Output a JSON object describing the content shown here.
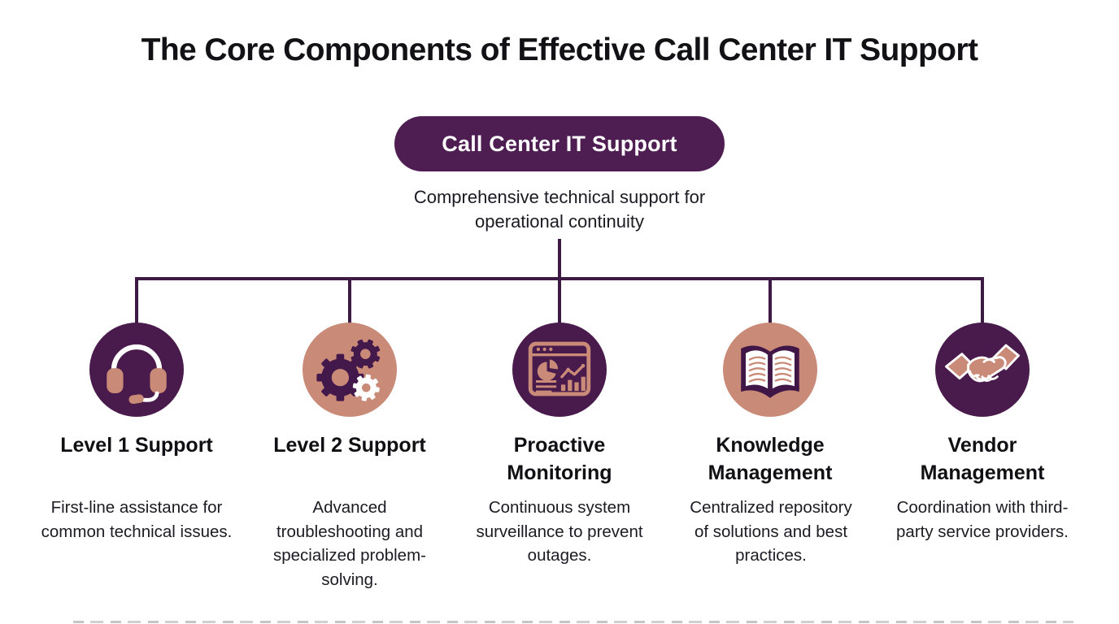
{
  "title": "The Core Components of Effective Call Center IT Support",
  "root": {
    "label": "Call Center IT Support",
    "description": "Comprehensive technical support for operational continuity"
  },
  "colors": {
    "purple_dark": "#49184C",
    "pill_purple": "#4E1E52",
    "salmon": "#C98A78",
    "connector_line": "#3D1A44",
    "title_text": "#121216",
    "body_text": "#1B1B23",
    "white": "#FFFFFF"
  },
  "components": [
    {
      "title": "Level 1 Support",
      "description": "First-line assistance for common technical issues.",
      "icon": "headset-icon",
      "circle_color": "#49184C"
    },
    {
      "title": "Level 2 Support",
      "description": "Advanced troubleshooting and specialized problem-solving.",
      "icon": "gears-icon",
      "circle_color": "#C98A78"
    },
    {
      "title": "Proactive Monitoring",
      "description": "Continuous system surveillance to prevent outages.",
      "icon": "dashboard-chart-icon",
      "circle_color": "#49184C"
    },
    {
      "title": "Knowledge Management",
      "description": "Centralized repository of solutions and best practices.",
      "icon": "open-book-icon",
      "circle_color": "#C98A78"
    },
    {
      "title": "Vendor Management",
      "description": "Coordination with third-party service providers.",
      "icon": "handshake-icon",
      "circle_color": "#49184C"
    }
  ]
}
